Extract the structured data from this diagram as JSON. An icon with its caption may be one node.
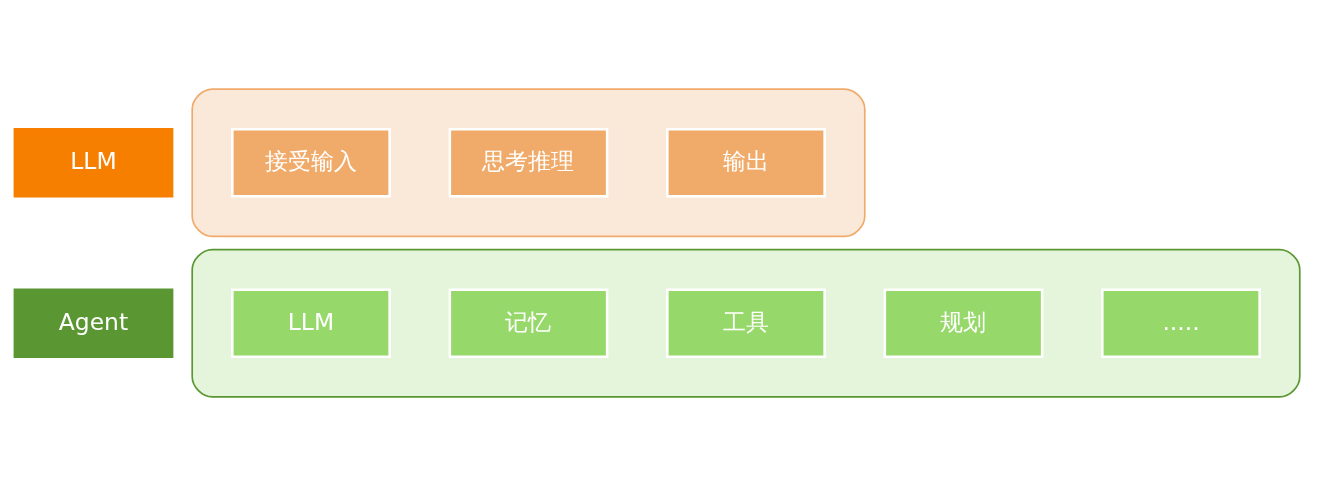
{
  "diagram": {
    "nodes": [
      {
        "text": [
          "LLM"
        ]
      },
      {
        "text": [],
        "shape": "box"
      },
      {
        "text": [
          "接受输入"
        ],
        "in": 1
      },
      {
        "text": [
          "思考推理"
        ],
        "in": 1
      },
      {
        "text": [
          "输出"
        ],
        "in": 1
      },
      {
        "text": [
          "Agent"
        ]
      },
      {
        "text": [],
        "shape": "box"
      },
      {
        "text": [
          "LLM"
        ],
        "in": 6
      },
      {
        "text": [
          "记忆"
        ],
        "in": 6
      },
      {
        "text": [
          "工具"
        ],
        "in": 6
      },
      {
        "text": [
          "规划"
        ],
        "in": 6
      },
      {
        "text": [
          "....."
        ],
        "in": 6
      }
    ],
    "edges": []
  }
}
